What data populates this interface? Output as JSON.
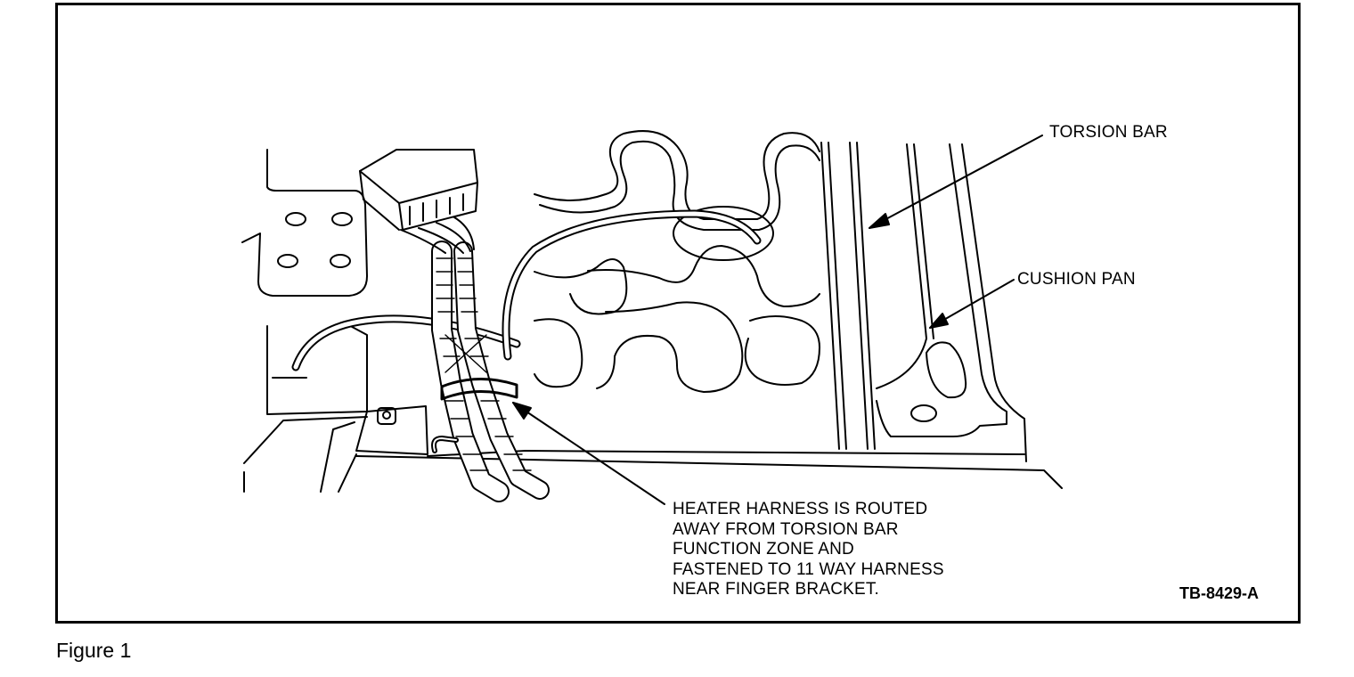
{
  "callouts": {
    "torsion_bar": "TORSION BAR",
    "cushion_pan": "CUSHION PAN",
    "heater_note": [
      "HEATER HARNESS IS ROUTED",
      "AWAY FROM TORSION BAR",
      "FUNCTION ZONE AND",
      "FASTENED TO 11 WAY HARNESS",
      "NEAR FINGER BRACKET."
    ]
  },
  "drawing_number": "TB-8429-A",
  "caption": "Figure 1"
}
